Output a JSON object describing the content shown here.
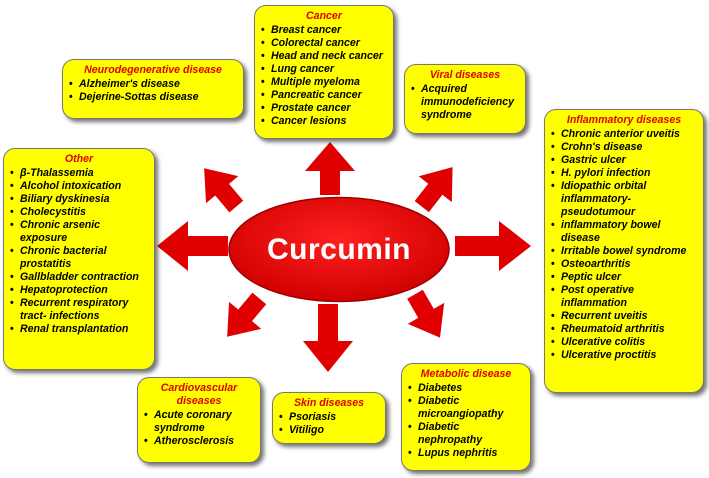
{
  "center": {
    "label": "Curcumin"
  },
  "colors": {
    "box_fill": "#ffff00",
    "title": "#e00000",
    "arrow": "#e00000",
    "center": "#e00000"
  },
  "categories": {
    "neuro": {
      "title": "Neurodegenerative disease",
      "items": [
        "Alzheimer's disease",
        "Dejerine-Sottas disease"
      ]
    },
    "cancer": {
      "title": "Cancer",
      "items": [
        "Breast cancer",
        "Colorectal cancer",
        "Head and neck cancer",
        "Lung cancer",
        "Multiple myeloma",
        "Pancreatic cancer",
        "Prostate cancer",
        "Cancer lesions"
      ]
    },
    "viral": {
      "title": "Viral diseases",
      "items": [
        "Acquired immunodeficiency syndrome"
      ]
    },
    "inflammatory": {
      "title": "Inflammatory diseases",
      "items": [
        "Chronic anterior uveitis",
        "Crohn's disease",
        "Gastric ulcer",
        "H. pylori infection",
        "Idiopathic orbital inflammatory-pseudotumour",
        "inflammatory bowel disease",
        "Irritable bowel syndrome",
        "Osteoarthritis",
        "Peptic ulcer",
        "Post operative inflammation",
        "Recurrent uveitis",
        "Rheumatoid arthritis",
        "Ulcerative colitis",
        "Ulcerative proctitis"
      ]
    },
    "other": {
      "title": "Other",
      "items": [
        "β-Thalassemia",
        "Alcohol intoxication",
        "Biliary dyskinesia",
        "Cholecystitis",
        "Chronic arsenic exposure",
        "Chronic bacterial prostatitis",
        "Gallbladder contraction",
        "Hepatoprotection",
        "Recurrent respiratory tract- infections",
        "Renal transplantation"
      ]
    },
    "cardio": {
      "title": "Cardiovascular diseases",
      "items": [
        "Acute coronary syndrome",
        "Atherosclerosis"
      ]
    },
    "skin": {
      "title": "Skin diseases",
      "items": [
        "Psoriasis",
        "Vitiligo"
      ]
    },
    "metabolic": {
      "title": "Metabolic disease",
      "items": [
        "Diabetes",
        "Diabetic microangiopathy",
        "Diabetic nephropathy",
        "Lupus nephritis"
      ]
    }
  }
}
